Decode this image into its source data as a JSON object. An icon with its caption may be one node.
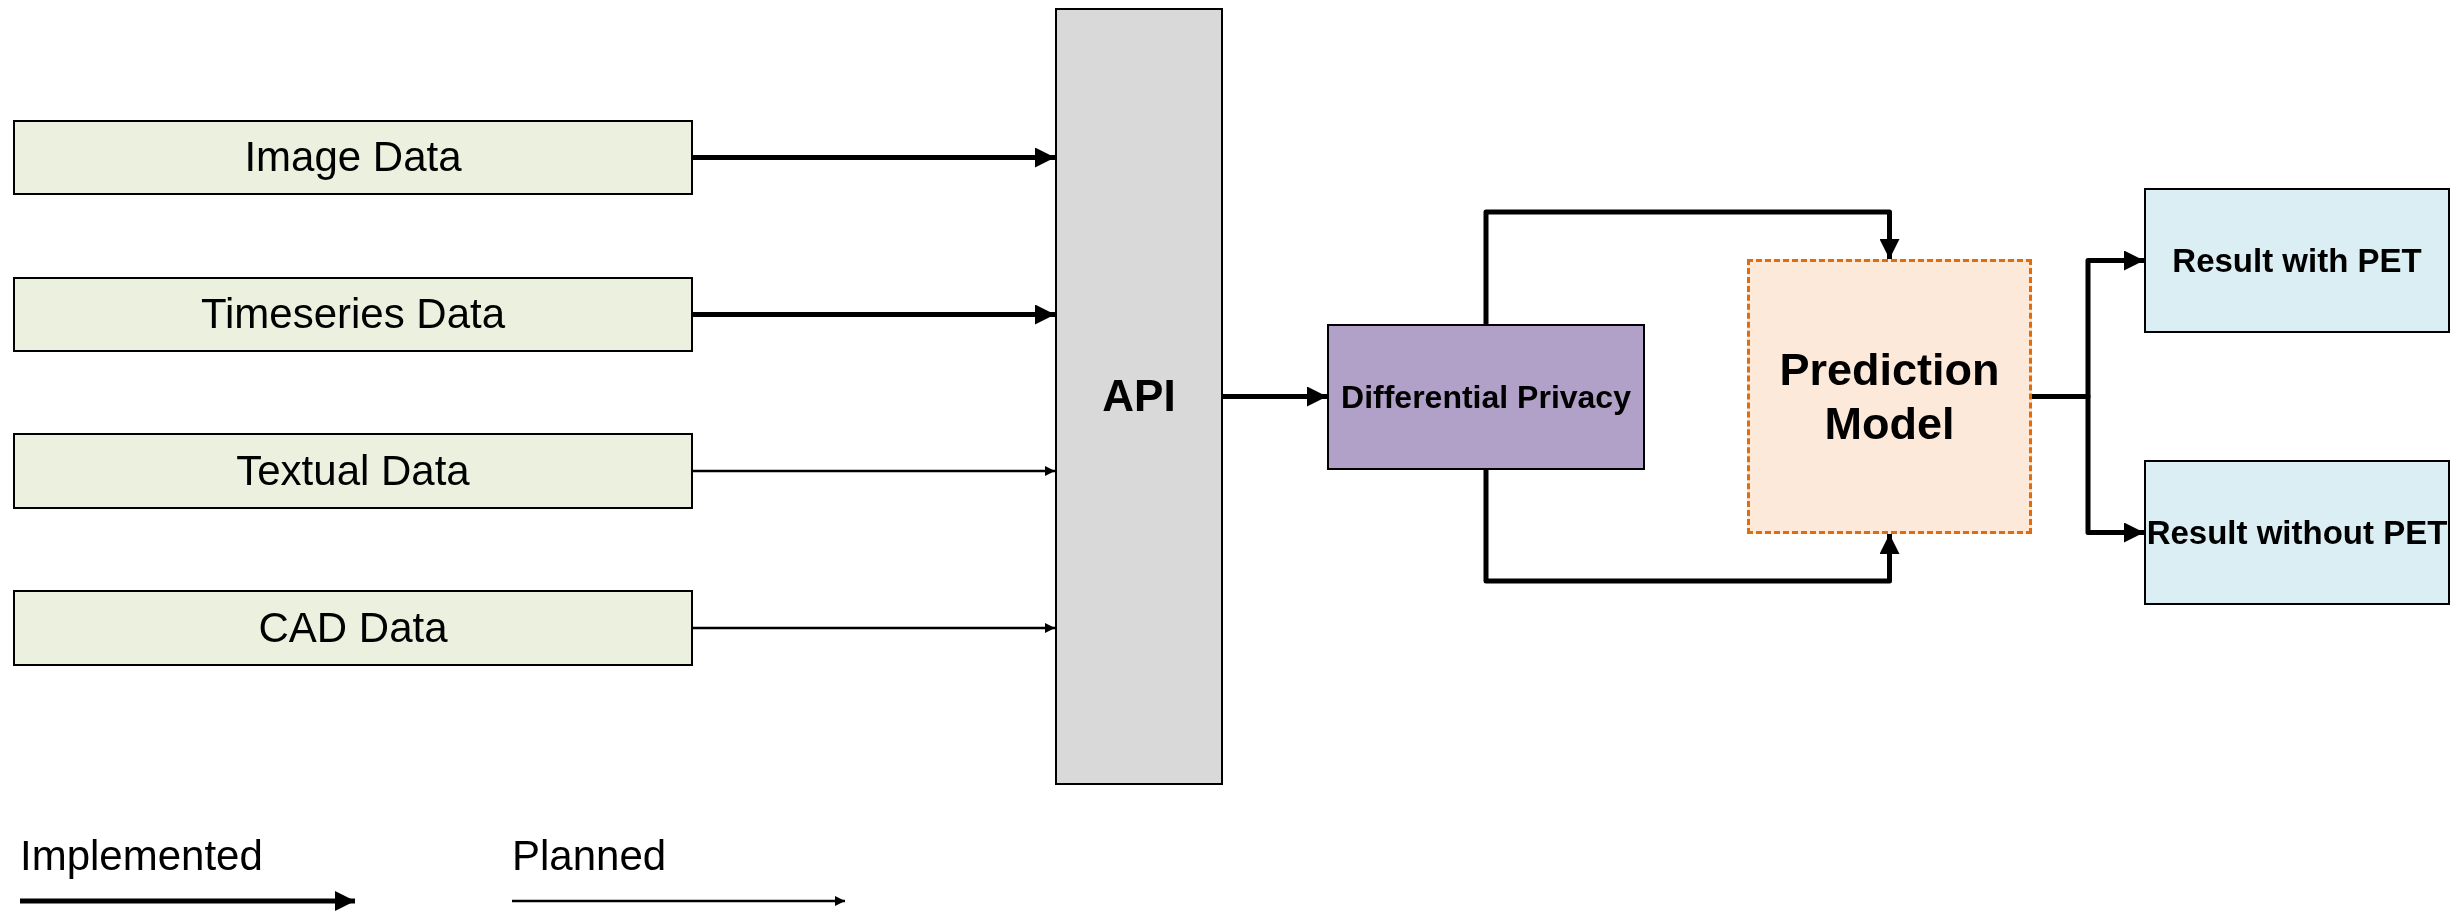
{
  "diagram": {
    "nodes": [
      {
        "text": [
          "Image Data"
        ]
      },
      {
        "text": [
          "Timeseries Data"
        ]
      },
      {
        "text": [
          "Textual Data"
        ]
      },
      {
        "text": [
          "CAD Data"
        ]
      },
      {
        "text": [
          "API"
        ]
      },
      {
        "text": [
          "Differential Privacy"
        ]
      },
      {
        "text": [
          "Prediction Model"
        ]
      },
      {
        "text": [
          "Result with PET"
        ]
      },
      {
        "text": [
          "Result without PET"
        ]
      }
    ],
    "edges": [
      {
        "from": 0,
        "to": 4,
        "arrow": "to"
      },
      {
        "from": 1,
        "to": 4,
        "arrow": "to"
      },
      {
        "from": 2,
        "to": 4,
        "arrow": "to"
      },
      {
        "from": 3,
        "to": 4,
        "arrow": "to"
      },
      {
        "from": 4,
        "to": 5,
        "arrow": "to"
      },
      {
        "from": 5,
        "to": 6,
        "arrow": "to"
      },
      {
        "from": 5,
        "to": 6,
        "arrow": "to"
      },
      {
        "from": 6,
        "to": 7,
        "arrow": "to"
      },
      {
        "from": 6,
        "to": 8,
        "arrow": "to"
      }
    ],
    "legend": [
      {
        "text": "Implemented"
      },
      {
        "text": "Planned"
      }
    ]
  }
}
